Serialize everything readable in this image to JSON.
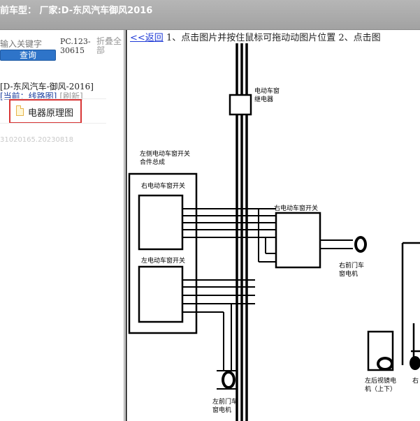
{
  "window": {
    "title": "前车型： 厂家:D-东风汽车御风2016"
  },
  "sidebar": {
    "search_placeholder": "输入关键字",
    "search_button": "查询",
    "code": "PC.123-30615",
    "fold_label": "折叠全部",
    "tree_root": "[D-东风汽车-御风-2016]",
    "current": "[当前：线路图]",
    "refresh": "[刷新]",
    "node": "电器原理图",
    "version": "31020165.20230818"
  },
  "content": {
    "back_link": "<<返回",
    "hint": "1、点击图片并按住鼠标可拖动动图片位置 2、点击图",
    "diagram_labels": {
      "relay": "电动车窗继电器",
      "left_assy": "左侧电动车窗开关合件总成",
      "rf_switch_inner": "右电动车窗开关",
      "lf_switch_inner": "左电动车窗开关",
      "rf_switch": "右电动车窗开关",
      "rf_motor": "右前门车窗电机",
      "lf_motor": "左前门车窗电机",
      "mirror_motor": "左后视镜电机（上下）",
      "right_partial": "右"
    }
  },
  "colors": {
    "titlebar": "#a8a8a8",
    "search_button": "#2e74c9",
    "highlight_border": "#d83535",
    "link": "#1f3ad6"
  }
}
